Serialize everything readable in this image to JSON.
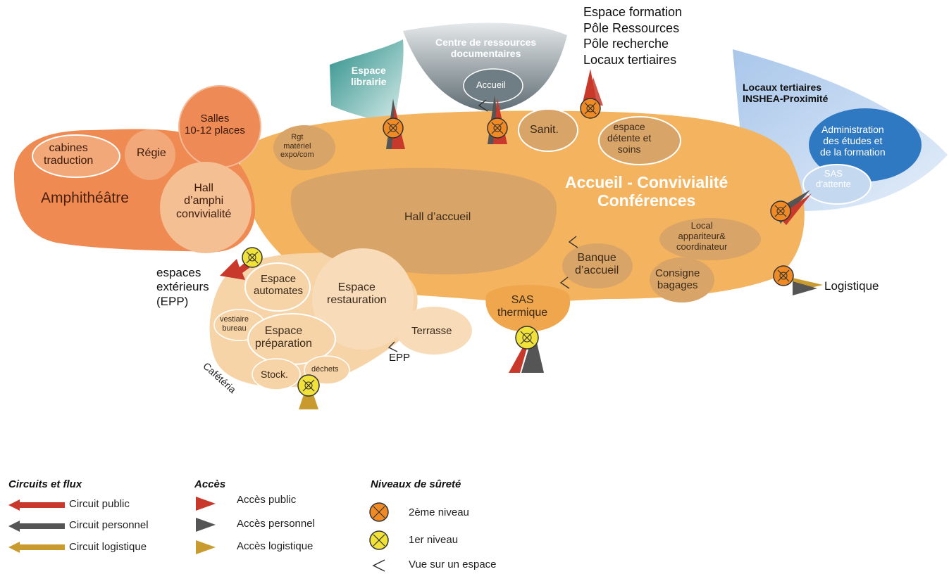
{
  "zones": {
    "amphitheatre": "Amphithéâtre",
    "cabines": "cabines\ntraduction",
    "regie": "Régie",
    "salles": "Salles\n10-12 places",
    "hall_amphi": "Hall\nd’amphi\nconvivialité",
    "rgt": "Rgt\nmatériel\nexpo/com",
    "hall_accueil": "Hall d’accueil",
    "accueil_title": "Accueil - Convivialité\nConférences",
    "sanit": "Sanit.",
    "detente": "espace\ndétente et\nsoins",
    "local": "Local\nappariteur&\ncoordinateur",
    "banque": "Banque\nd’accueil",
    "consigne": "Consigne\nbagages",
    "sas_thermique": "SAS\nthermique",
    "espace_librairie": "Espace\nlibrairie",
    "centre_ressources": "Centre de ressources\ndocumentaires",
    "accueil_crd": "Accueil",
    "locaux_inshea": "Locaux tertiaires\nINSHEA-Proximité",
    "administration": "Administration\ndes études et\nde la formation",
    "sas_attente": "SAS\nd’attente",
    "espace_automates": "Espace\nautomates",
    "espace_restauration": "Espace\nrestauration",
    "vestiaire": "vestiaire\nbureau",
    "espace_preparation": "Espace\npréparation",
    "terrasse": "Terrasse",
    "stock": "Stock.",
    "dechets": "déchets",
    "cafeteria": "Cafétéria"
  },
  "exterior": {
    "espace_formation": "Espace formation\nPôle Ressources\nPôle recherche\nLocaux tertiaires",
    "espaces_exterieurs": "espaces\nextérieurs\n(EPP)",
    "epp": "EPP",
    "logistique": "Logistique"
  },
  "legend": {
    "circuits_title": "Circuits et flux",
    "circuit_public": "Circuit public",
    "circuit_personnel": "Circuit personnel",
    "circuit_logistique": "Circuit logistique",
    "acces_title": "Accès",
    "acces_public": "Accès public",
    "acces_personnel": "Accès personnel",
    "acces_logistique": "Accès logistique",
    "surete_title": "Niveaux de sûreté",
    "niveau2": "2ème niveau",
    "niveau1": "1er niveau",
    "vue": "Vue sur un espace"
  },
  "colors": {
    "orange_main": "#f4b35e",
    "orange_amphi": "#ef8a52",
    "hall_core": "#d9a468",
    "public_red": "#c9392b",
    "personnel_grey": "#555555",
    "logistique_gold": "#c99a2e",
    "level2": "#f08a24",
    "level1": "#f1e23a",
    "admin_blue": "#2f79c2"
  },
  "icons": [
    "security-level-2-icon",
    "security-level-1-icon",
    "view-icon",
    "access-arrow-icon",
    "circuit-arrow-icon"
  ]
}
